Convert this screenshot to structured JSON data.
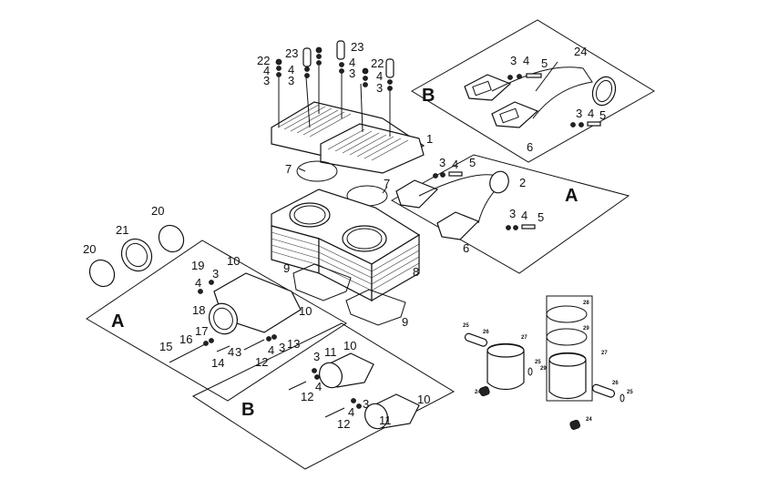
{
  "diagram": {
    "title": "Engine cylinder, cylinder head, intake manifold and piston exploded parts diagram",
    "background_color": "#ffffff",
    "line_color": "#111111",
    "group_labels": {
      "b_top": "B",
      "a_right": "A",
      "a_left": "A",
      "b_bottom": "B"
    },
    "parts": [
      {
        "number": "1",
        "name": "cylinder-head"
      },
      {
        "number": "2",
        "name": "intake-manifold-a"
      },
      {
        "number": "3",
        "name": "washer"
      },
      {
        "number": "4",
        "name": "lock-washer"
      },
      {
        "number": "5",
        "name": "bolt"
      },
      {
        "number": "6",
        "name": "manifold-gasket"
      },
      {
        "number": "7",
        "name": "head-gasket-ring"
      },
      {
        "number": "8",
        "name": "cylinder"
      },
      {
        "number": "9",
        "name": "cylinder-base-gasket"
      },
      {
        "number": "10",
        "name": "flange-gasket"
      },
      {
        "number": "11",
        "name": "carburetor-adaptor-b"
      },
      {
        "number": "12",
        "name": "bolt"
      },
      {
        "number": "13",
        "name": "nut"
      },
      {
        "number": "14",
        "name": "screw"
      },
      {
        "number": "15",
        "name": "long-bolt"
      },
      {
        "number": "16",
        "name": "washer"
      },
      {
        "number": "17",
        "name": "nut"
      },
      {
        "number": "18",
        "name": "carburetor-adaptor-a"
      },
      {
        "number": "19",
        "name": "stud"
      },
      {
        "number": "20",
        "name": "hose-clamp"
      },
      {
        "number": "21",
        "name": "rubber-sleeve"
      },
      {
        "number": "22",
        "name": "nut"
      },
      {
        "number": "23",
        "name": "spacer-sleeve"
      },
      {
        "number": "24",
        "name": "needle-bearing / intake-manifold-b"
      },
      {
        "number": "25",
        "name": "circlip"
      },
      {
        "number": "26",
        "name": "piston-pin"
      },
      {
        "number": "27",
        "name": "piston-assembly"
      },
      {
        "number": "28",
        "name": "piston-ring-top"
      },
      {
        "number": "29",
        "name": "piston-ring-second"
      }
    ],
    "callouts": {
      "head": [
        "22",
        "4",
        "3",
        "23",
        "4",
        "3",
        "23",
        "4",
        "3",
        "22",
        "4",
        "3",
        "1",
        "7",
        "7"
      ],
      "manifold_b": [
        "3",
        "4",
        "5",
        "24",
        "3",
        "4",
        "5",
        "6"
      ],
      "manifold_a": [
        "3",
        "4",
        "5",
        "2",
        "3",
        "4",
        "5",
        "6"
      ],
      "cylinder": [
        "8",
        "9",
        "9"
      ],
      "sleeve": [
        "20",
        "21",
        "20"
      ],
      "adaptor_a": [
        "19",
        "3",
        "10",
        "4",
        "18",
        "17",
        "16",
        "15",
        "14",
        "4",
        "3",
        "12",
        "4",
        "3",
        "13",
        "10"
      ],
      "adaptor_b": [
        "3",
        "11",
        "10",
        "4",
        "12",
        "3",
        "4",
        "12",
        "10",
        "11"
      ],
      "piston_single": [
        "25",
        "26",
        "27",
        "25",
        "29",
        "24"
      ],
      "piston_kit": [
        "28",
        "29",
        "27",
        "26",
        "25",
        "24"
      ]
    }
  }
}
